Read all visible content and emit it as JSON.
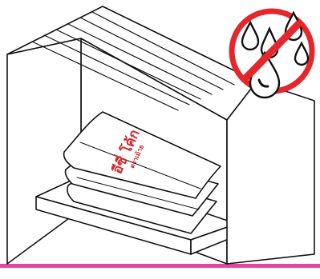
{
  "scene": {
    "subject": "storage-shed",
    "bag_logo": {
      "brand_text": "อีซี่ โค้ก",
      "tagline_text": "ตราเม้าย"
    },
    "no_water_sign": {
      "icon": "no-water-icon",
      "color": "#e5262a"
    },
    "colors": {
      "line": "#111111",
      "fill": "#ffffff",
      "logo": "#d7262c",
      "ground_line": "#e646a0"
    }
  }
}
